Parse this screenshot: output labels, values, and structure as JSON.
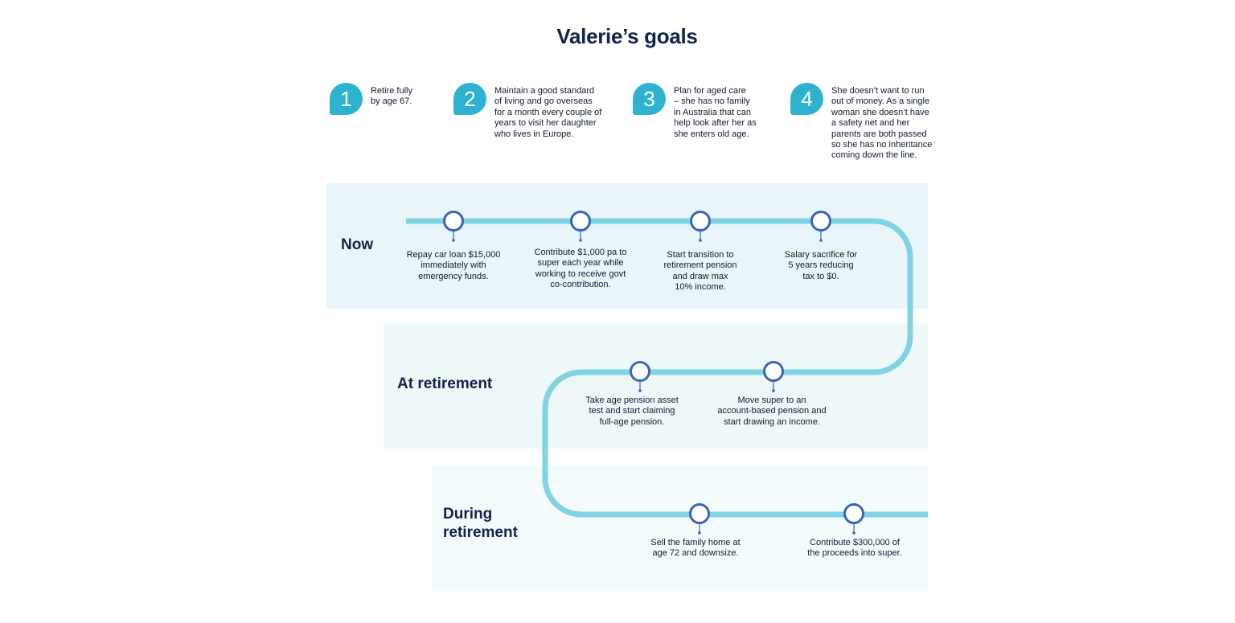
{
  "title": "Valerie’s goals",
  "goals": [
    {
      "number": "1",
      "text": "Retire fully\nby age 67."
    },
    {
      "number": "2",
      "text": "Maintain a good standard\nof living and go overseas\nfor a month every couple of\nyears to visit her daughter\nwho lives in Europe."
    },
    {
      "number": "3",
      "text": "Plan for aged care\n– she has no family\nin Australia that can\nhelp look after her as\nshe enters old age."
    },
    {
      "number": "4",
      "text": "She doesn’t want to run\nout of money. As a single\nwoman she doesn’t have\na safety net and her\nparents are both passed\nso she has no inheritance\ncoming down the line."
    }
  ],
  "stages": [
    {
      "label": "Now",
      "steps": [
        "Repay car loan $15,000\nimmediately with\nemergency funds.",
        "Contribute $1,000 pa to\nsuper each year while\nworking to receive govt\nco-contribution.",
        "Start transition to\nretirement pension\nand draw max\n10% income.",
        "Salary sacrifice for\n5 years reducing\ntax to $0."
      ]
    },
    {
      "label": "At retirement",
      "steps": [
        "Take age pension asset\ntest and start claiming\nfull-age pension.",
        "Move super to an\naccount-based pension and\nstart drawing an income."
      ]
    },
    {
      "label": "During\nretirement",
      "steps": [
        "Sell the family home at\nage 72 and downsize.",
        "Contribute $300,000 of\nthe proceeds into super."
      ]
    }
  ],
  "colors": {
    "accent": "#2db3cf",
    "track": "#7fd3e4",
    "node_ring": "#3b63b8",
    "band_now": "#e9f5f8",
    "band_retirement": "#eef8f9",
    "band_during": "#f4fbfc",
    "text_dark": "#13224a"
  }
}
